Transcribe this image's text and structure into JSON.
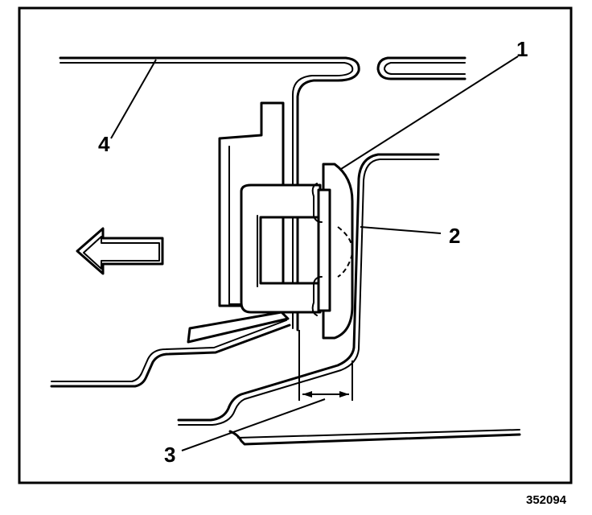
{
  "callouts": {
    "c1": "1",
    "c2": "2",
    "c3": "3",
    "c4": "4"
  },
  "figure_id": "352094",
  "direction_arrow": {
    "icon": "arrow-left-icon"
  }
}
